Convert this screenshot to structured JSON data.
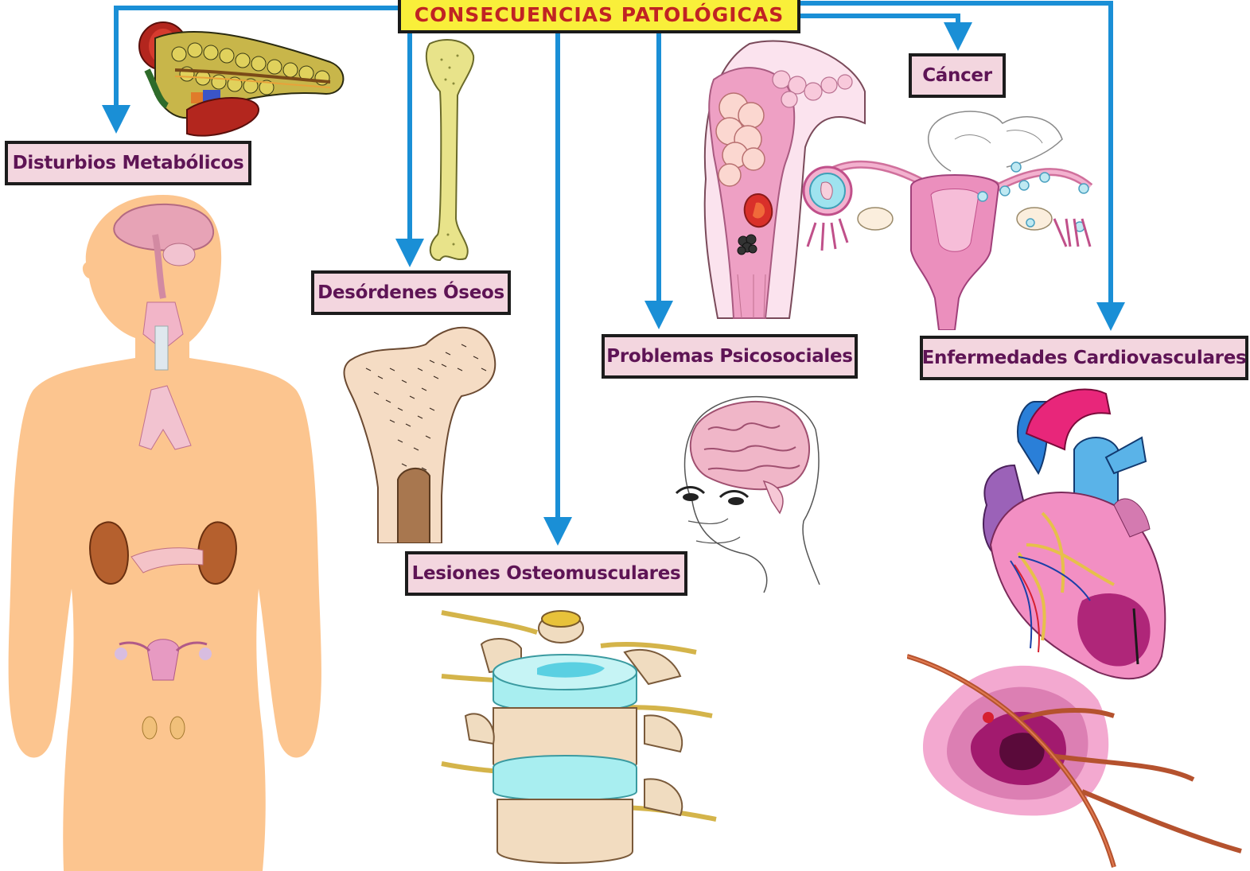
{
  "title": "CONSECUENCIAS PATOLÓGICAS",
  "colors": {
    "arrow": "#1a8fd6",
    "label_fill": "#f3d6df",
    "label_text": "#5e1455",
    "title_fill": "#f9ef3a",
    "title_text": "#c02323",
    "skin": "#fcc58f"
  },
  "labels": {
    "metabolic": "Disturbios Metabólicos",
    "bone": "Desórdenes Óseos",
    "musculoskeletal": "Lesiones Osteomusculares",
    "psychosocial": "Problemas Psicosociales",
    "cancer": "Cáncer",
    "cardiovascular": "Enfermedades Cardiovasculares"
  },
  "illustrations": [
    "pancreas-icon",
    "human-body-endocrine-icon",
    "femur-icon",
    "femur-cross-section-icon",
    "vertebrae-icon",
    "breast-cancer-icon",
    "uterus-ovaries-icon",
    "elderly-brain-icon",
    "heart-icon",
    "infarct-tissue-icon"
  ]
}
